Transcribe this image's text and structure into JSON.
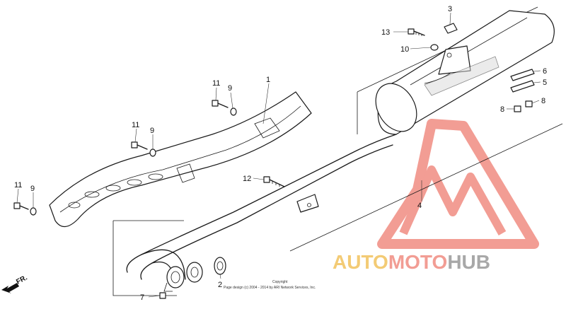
{
  "diagram": {
    "callouts": [
      {
        "key": "c1",
        "text": "1"
      },
      {
        "key": "c2",
        "text": "2"
      },
      {
        "key": "c3",
        "text": "3"
      },
      {
        "key": "c4",
        "text": "4"
      },
      {
        "key": "c5",
        "text": "5"
      },
      {
        "key": "c6",
        "text": "6"
      },
      {
        "key": "c7",
        "text": "7"
      },
      {
        "key": "c8a",
        "text": "8"
      },
      {
        "key": "c8b",
        "text": "8"
      },
      {
        "key": "c9a",
        "text": "9"
      },
      {
        "key": "c9b",
        "text": "9"
      },
      {
        "key": "c9c",
        "text": "9"
      },
      {
        "key": "c10",
        "text": "10"
      },
      {
        "key": "c11a",
        "text": "11"
      },
      {
        "key": "c11b",
        "text": "11"
      },
      {
        "key": "c11c",
        "text": "11"
      },
      {
        "key": "c12",
        "text": "12"
      },
      {
        "key": "c13",
        "text": "13"
      }
    ],
    "direction_label": "FR.",
    "copyright_line1": "Copyright",
    "copyright_line2": "Page design (c) 2004 - 2014 by ARI Network Services, Inc."
  },
  "watermark": {
    "part1": "AUTO",
    "part2": "MOTO",
    "part3": "HUB",
    "colors": {
      "auto": "#f2c35e",
      "moto": "#f08c82",
      "hub": "#9a9a9a",
      "triangle": "#f08c82"
    }
  }
}
